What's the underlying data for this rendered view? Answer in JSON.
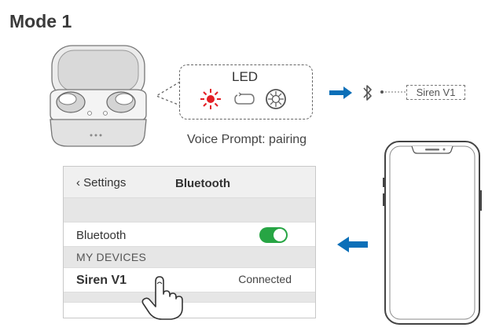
{
  "title": "Mode 1",
  "led": {
    "label": "LED",
    "voice_prompt": "Voice Prompt: pairing"
  },
  "device_name_tag": "Siren V1",
  "settings": {
    "back_label": "Settings",
    "nav_title": "Bluetooth",
    "bluetooth_label": "Bluetooth",
    "bluetooth_on": true,
    "section_header": "MY DEVICES",
    "device": {
      "name": "Siren V1",
      "status": "Connected"
    }
  },
  "colors": {
    "led_red": "#e31e24",
    "arrow_blue": "#0b6fb8",
    "toggle_green": "#27a544"
  }
}
